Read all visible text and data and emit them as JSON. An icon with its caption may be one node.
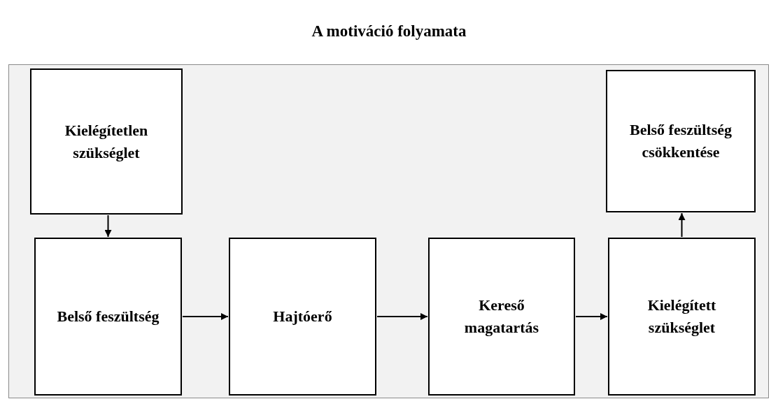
{
  "diagram": {
    "title": "A motiváció folyamata",
    "nodes": [
      {
        "text": [
          "Kielégítetlen szükséglet"
        ]
      },
      {
        "text": [
          "Belső feszültség"
        ]
      },
      {
        "text": [
          "Hajtóerő"
        ]
      },
      {
        "text": [
          "Kereső magatartás"
        ]
      },
      {
        "text": [
          "Kielégített szükséglet"
        ]
      },
      {
        "text": [
          "Belső feszültség csökkentése"
        ]
      }
    ],
    "edges": [
      {
        "from": 0,
        "to": 1,
        "arrow": "to"
      },
      {
        "from": 1,
        "to": 2,
        "arrow": "to"
      },
      {
        "from": 2,
        "to": 3,
        "arrow": "to"
      },
      {
        "from": 3,
        "to": 4,
        "arrow": "to"
      },
      {
        "from": 4,
        "to": 5,
        "arrow": "to"
      }
    ]
  }
}
